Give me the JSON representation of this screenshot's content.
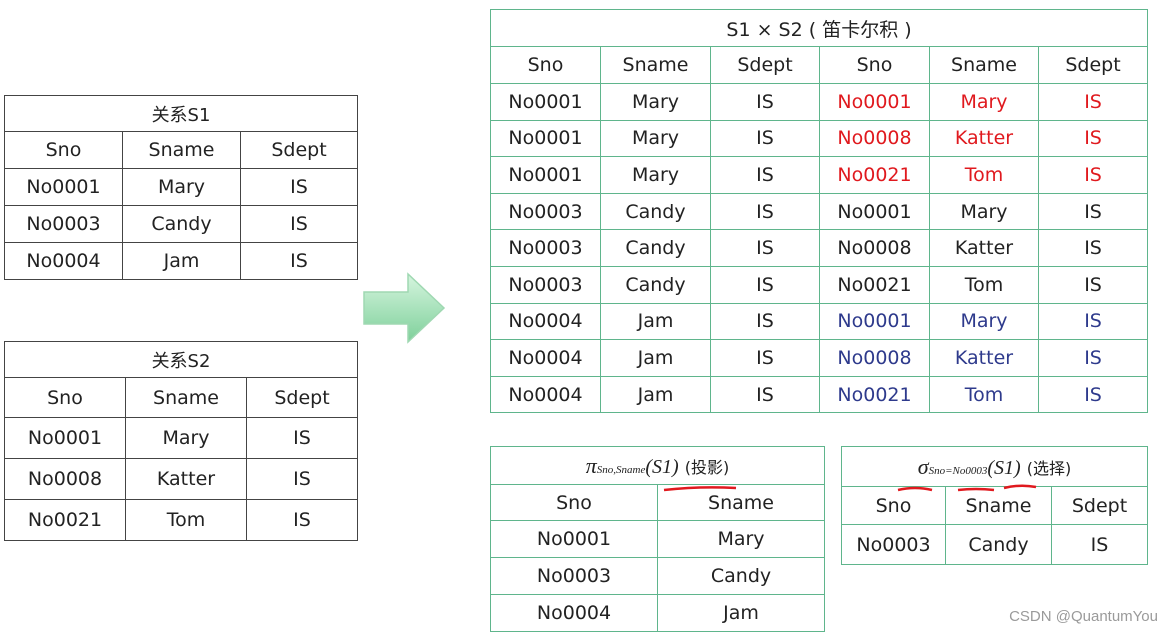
{
  "s1": {
    "title": "关系S1",
    "headers": [
      "Sno",
      "Sname",
      "Sdept"
    ],
    "rows": [
      [
        "No0001",
        "Mary",
        "IS"
      ],
      [
        "No0003",
        "Candy",
        "IS"
      ],
      [
        "No0004",
        "Jam",
        "IS"
      ]
    ]
  },
  "s2": {
    "title": "关系S2",
    "headers": [
      "Sno",
      "Sname",
      "Sdept"
    ],
    "rows": [
      [
        "No0001",
        "Mary",
        "IS"
      ],
      [
        "No0008",
        "Katter",
        "IS"
      ],
      [
        "No0021",
        "Tom",
        "IS"
      ]
    ]
  },
  "product": {
    "title": "S1 × S2 ( 笛卡尔积 )",
    "headers": [
      "Sno",
      "Sname",
      "Sdept",
      "Sno",
      "Sname",
      "Sdept"
    ],
    "rows": [
      [
        "No0001",
        "Mary",
        "IS",
        "No0001",
        "Mary",
        "IS"
      ],
      [
        "No0001",
        "Mary",
        "IS",
        "No0008",
        "Katter",
        "IS"
      ],
      [
        "No0001",
        "Mary",
        "IS",
        "No0021",
        "Tom",
        "IS"
      ],
      [
        "No0003",
        "Candy",
        "IS",
        "No0001",
        "Mary",
        "IS"
      ],
      [
        "No0003",
        "Candy",
        "IS",
        "No0008",
        "Katter",
        "IS"
      ],
      [
        "No0003",
        "Candy",
        "IS",
        "No0021",
        "Tom",
        "IS"
      ],
      [
        "No0004",
        "Jam",
        "IS",
        "No0001",
        "Mary",
        "IS"
      ],
      [
        "No0004",
        "Jam",
        "IS",
        "No0008",
        "Katter",
        "IS"
      ],
      [
        "No0004",
        "Jam",
        "IS",
        "No0021",
        "Tom",
        "IS"
      ]
    ],
    "highlight_colors": {
      "red": "#e0191e",
      "blue": "#2e3a8c"
    }
  },
  "projection": {
    "symbol": "π",
    "subscript": "Sno,Sname",
    "arg": "(S1)",
    "label": "(投影)",
    "headers": [
      "Sno",
      "Sname"
    ],
    "rows": [
      [
        "No0001",
        "Mary"
      ],
      [
        "No0003",
        "Candy"
      ],
      [
        "No0004",
        "Jam"
      ]
    ]
  },
  "selection": {
    "symbol": "σ",
    "subscript": "Sno=No0003",
    "arg": "(S1)",
    "label": "(选择)",
    "headers": [
      "Sno",
      "Sname",
      "Sdept"
    ],
    "rows": [
      [
        "No0003",
        "Candy",
        "IS"
      ]
    ]
  },
  "watermark": "CSDN @QuantumYou",
  "colors": {
    "border_black": "#444444",
    "border_green": "#5fb58c",
    "arrow_green": "#8fdca8",
    "underline_red": "#e0191e"
  }
}
